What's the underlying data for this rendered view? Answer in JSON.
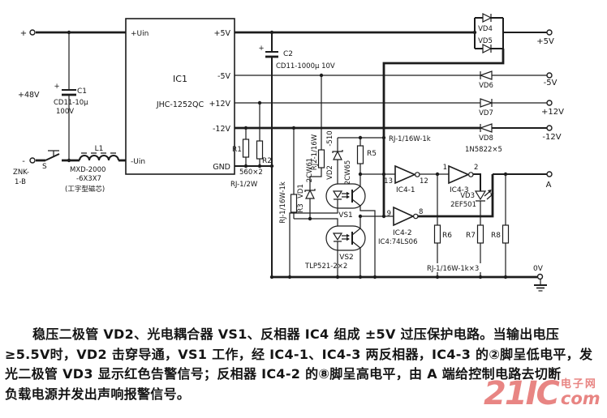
{
  "page": {
    "background": "#ffffff",
    "ink": "#1c1c1c",
    "watermark_color": "#e4706e"
  },
  "schematic": {
    "source": {
      "plus": "+",
      "minus": "-",
      "voltage": "+48V"
    },
    "c1": {
      "ref": "C1",
      "model": "CD11-10μ",
      "rating": "100V",
      "polarity": "+"
    },
    "switch": {
      "ref": "S",
      "model1": "ZNK-",
      "model2": "1-B"
    },
    "l1": {
      "ref": "L1",
      "model1": "MXD-2000",
      "model2": "-6X3X7",
      "model3": "(工字型磁芯)"
    },
    "ic1": {
      "ref": "IC1",
      "model": "JHC-1252QC",
      "pin_in_pos": "+Uin",
      "pin_in_neg": "-Uin",
      "pin_p5": "+5V",
      "pin_n5": "-5V",
      "pin_p12": "+12V",
      "pin_n12": "-12V",
      "pin_gnd": "GND"
    },
    "c2": {
      "ref": "C2",
      "model": "CD11-1000μ 10V",
      "polarity": "+"
    },
    "r1r2": {
      "r1": "R1",
      "r2": "R2",
      "value": "560×2",
      "type": "RJ-1/2W"
    },
    "protection": {
      "r3_type": "RJ-1/16W-1k",
      "r3": "R3",
      "vd1": "VD1",
      "vd1_model": "2CW61",
      "r4_type": "RJ2-1/16W",
      "r4_value": "-510",
      "vd2": "VD2",
      "vd2_model": "2CW65",
      "r5": "R5",
      "sense_type": "RJ-1/16W-1k",
      "vs1": "VS1",
      "vs2": "VS2",
      "vs_model": "TLP521-2×2"
    },
    "ic4": {
      "g1": "IC4-1",
      "g2": "IC4-2",
      "g3": "IC4-3",
      "model": "IC4:74LS06",
      "pin1": "1",
      "pin2": "2",
      "pin8": "8",
      "pin9": "9",
      "pin12": "12",
      "pin13": "13"
    },
    "vd3": {
      "ref": "VD3",
      "model": "2EF501"
    },
    "r678": {
      "r6": "R6",
      "r7": "R7",
      "r8": "R8",
      "type": "RJ-1/16W-1k×3"
    },
    "rectifiers": {
      "vd4": "VD4",
      "vd5": "VD5",
      "vd6": "VD6",
      "vd7": "VD7",
      "vd8": "VD8",
      "model": "1N5822×5"
    },
    "outputs": {
      "p5": "+5V",
      "n5": "-5V",
      "p12": "+12V",
      "n12": "-12V",
      "a": "A",
      "zero": "0V"
    }
  },
  "caption": {
    "line1": "稳压二极管 VD2、光电耦合器 VS1、反相器 IC4 组成 ±5V 过压保护电路。当输出电压",
    "line2": "≥5.5V时，VD2 击穿导通，VS1 工作，经 IC4-1、IC4-3 两反相器，IC4-3 的②脚呈低电平，发",
    "line3": "光二极管 VD3 显示红色告警信号；反相器 IC4-2 的⑧脚呈高电平，由 A 端给控制电路去切断",
    "line4": "负载电源并发出声响报警信号。"
  },
  "watermark": {
    "brand": "21IC",
    "site": "电子网",
    "com": "com"
  }
}
